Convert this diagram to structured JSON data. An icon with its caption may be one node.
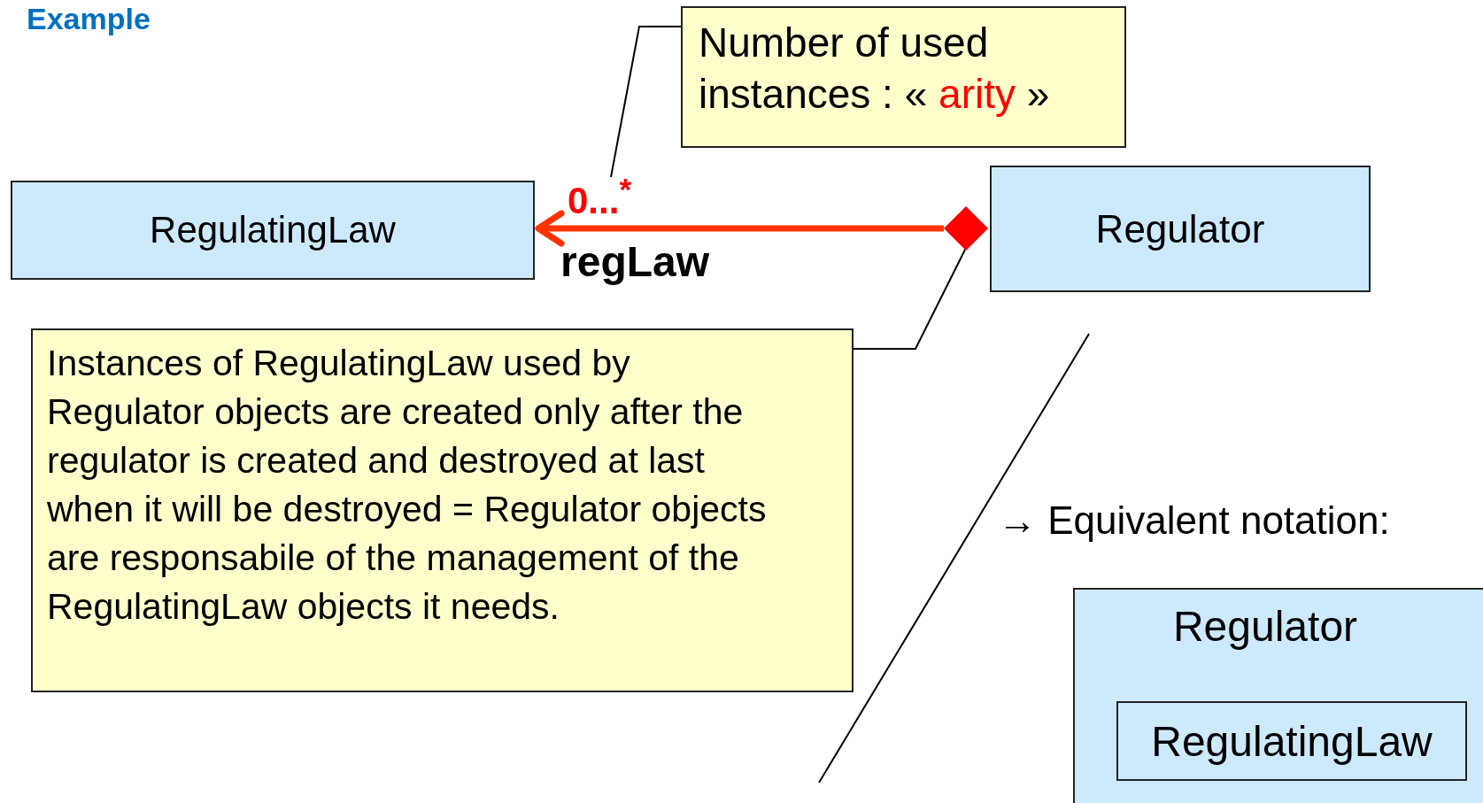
{
  "diagram": {
    "title": "Example",
    "nodes": [
      {
        "text": [
          "Number of used instances : «",
          "arity",
          "»"
        ]
      },
      {
        "text": [
          "RegulatingLaw"
        ]
      },
      {
        "text": [
          "0...$^{*}$"
        ]
      },
      {
        "text": [
          "Regulator"
        ]
      },
      {
        "text": [],
        "shape": "diamond"
      },
      {
        "text": [
          "Instances of RegulatingLaw used by Regulator objects are created only after the regulator is created and destroyed at last when it will be destroyed = Regulator objects are responsabile of the management of the RegulatingLaw objects it needs."
        ]
      },
      {
        "text": [
          "Regulator"
        ]
      },
      {
        "text": [
          "RegulatingLaw"
        ],
        "in": 6
      }
    ],
    "edges": [
      {
        "from": 4,
        "to": 1,
        "arrow": "to",
        "label": "regLaw",
        "style": "thick",
        "color": "#ff3300"
      },
      {
        "from": 0,
        "to": 2,
        "arrow": "none"
      },
      {
        "from": 5,
        "to": 4,
        "arrow": "none"
      }
    ],
    "labels": [
      "→ Equivalent notation:"
    ]
  }
}
